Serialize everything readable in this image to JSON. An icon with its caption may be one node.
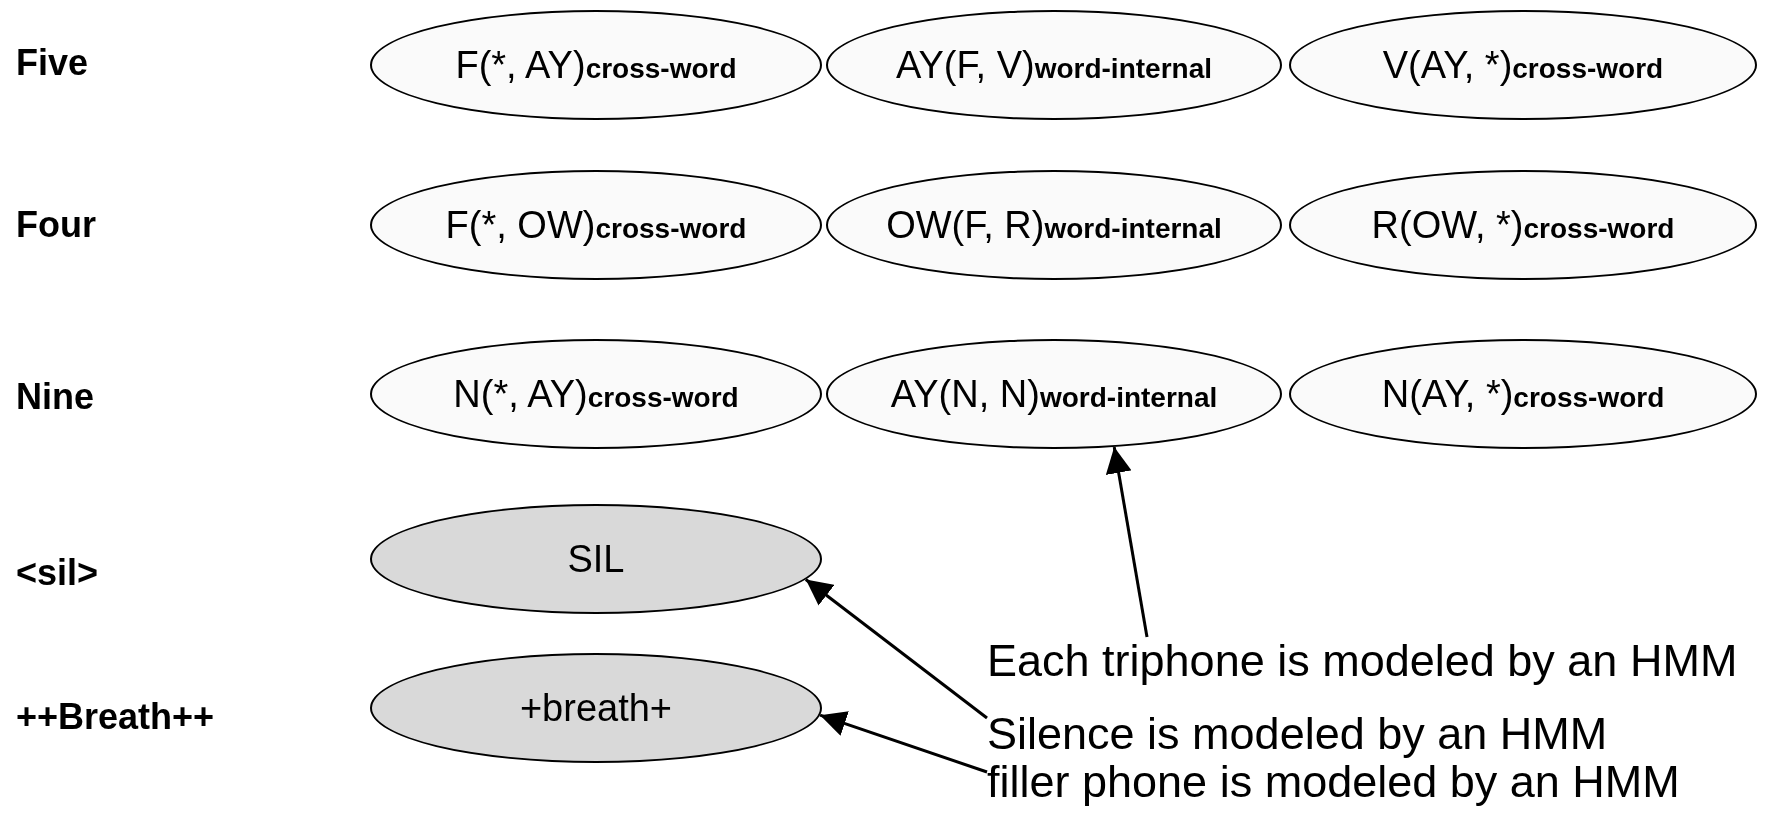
{
  "diagram": {
    "nodes": [
      {
        "text": [
          "F(*, AY)**cross-word**"
        ]
      },
      {
        "text": [
          "AY(F, V)**word-internal**"
        ]
      },
      {
        "text": [
          "V(AY, *)**cross-word**"
        ]
      },
      {
        "text": [
          "F(*, OW)**cross-word**"
        ]
      },
      {
        "text": [
          "OW(F, R)**word-internal**"
        ]
      },
      {
        "text": [
          "R(OW, *)**cross-word**"
        ]
      },
      {
        "text": [
          "N(*, AY)**cross-word**"
        ]
      },
      {
        "text": [
          "AY(N, N)**word-internal**"
        ]
      },
      {
        "text": [
          "N(AY, *)**cross-word**"
        ]
      },
      {
        "text": [
          "SIL"
        ]
      },
      {
        "text": [
          "+breath+"
        ]
      },
      {
        "text": [
          "Each triphone is modeled by an HMM"
        ]
      },
      {
        "text": [
          "Silence is modeled by an HMM"
        ]
      },
      {
        "text": [
          "filler phone is modeled by an HMM"
        ]
      }
    ],
    "edges": [
      {
        "from": 11,
        "to": 7,
        "arrow": "to"
      },
      {
        "from": 12,
        "to": 9,
        "arrow": "to"
      },
      {
        "from": 13,
        "to": 10,
        "arrow": "to"
      }
    ],
    "labels": [
      "Five",
      "Four",
      "Nine",
      "<sil>",
      "++Breath++"
    ]
  }
}
